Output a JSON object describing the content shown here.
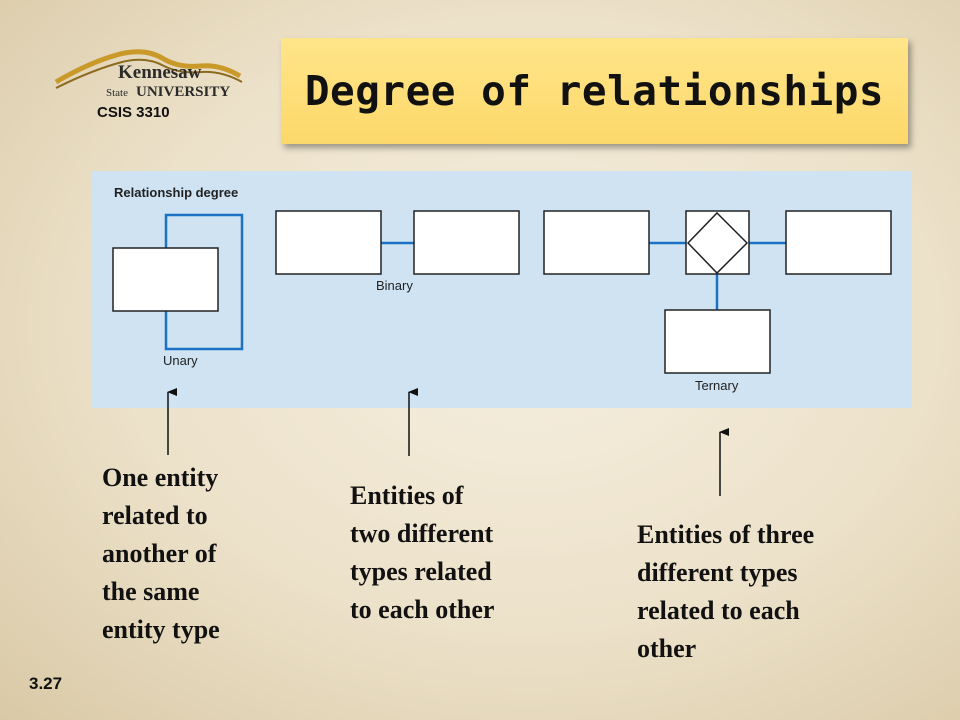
{
  "slide": {
    "title": "Degree of relationships",
    "course": "CSIS 3310",
    "number": "3.27",
    "logo": {
      "line1": "Kennesaw",
      "line2": "State",
      "line3": "UNIVERSITY"
    }
  },
  "diagram": {
    "heading": "Relationship degree",
    "labels": {
      "unary": "Unary",
      "binary": "Binary",
      "ternary": "Ternary"
    },
    "accent_color": "#1c73c4"
  },
  "captions": {
    "unary": "One entity\nrelated to\nanother of\nthe same\nentity type",
    "binary": "Entities of\ntwo different\ntypes related\nto each other",
    "ternary": "Entities of three\ndifferent types\nrelated to each\nother"
  }
}
